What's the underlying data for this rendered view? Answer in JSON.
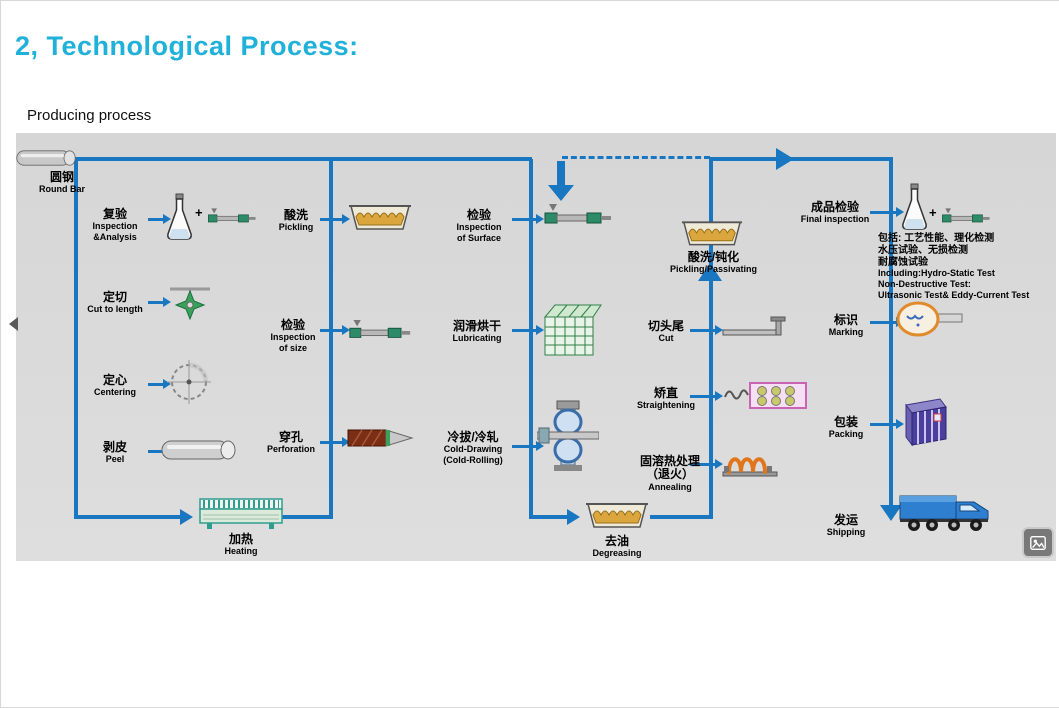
{
  "page": {
    "title": "2, Technological Process:",
    "subtitle": "Producing process"
  },
  "colors": {
    "title_accent": "#1fb1d9",
    "flow_line": "#1877c0",
    "diagram_background": "#d9d9d9"
  },
  "icons": {
    "plus": "+"
  },
  "stages": {
    "round_bar": {
      "zh": "圆钢",
      "en": "Round Bar"
    },
    "reinspection": {
      "zh": "复验",
      "en1": "Inspection",
      "en2": "&Analysis"
    },
    "cut_to_length": {
      "zh": "定切",
      "en": "Cut to length"
    },
    "centering": {
      "zh": "定心",
      "en": "Centering"
    },
    "peel": {
      "zh": "剥皮",
      "en": "Peel"
    },
    "heating": {
      "zh": "加热",
      "en": "Heating"
    },
    "pickling": {
      "zh": "酸洗",
      "en": "Pickling"
    },
    "inspection_size": {
      "zh": "检验",
      "en1": "Inspection",
      "en2": "of size"
    },
    "perforation": {
      "zh": "穿孔",
      "en": "Perforation"
    },
    "inspection_surface": {
      "zh": "检验",
      "en1": "Inspection",
      "en2": "of Surface"
    },
    "lubricating": {
      "zh": "润滑烘干",
      "en": "Lubricating"
    },
    "cold_drawing": {
      "zh": "冷拔/冷轧",
      "en1": "Cold-Drawing",
      "en2": "(Cold-Rolling)"
    },
    "degreasing": {
      "zh": "去油",
      "en": "Degreasing"
    },
    "pickling_passivating": {
      "zh": "酸洗/钝化",
      "en": "Pickling/Passivating"
    },
    "cut_head_tail": {
      "zh": "切头尾",
      "en": "Cut"
    },
    "straightening": {
      "zh": "矫直",
      "en": "Straightening"
    },
    "annealing": {
      "zh1": "固溶热处理",
      "zh2": "（退火）",
      "en": "Annealing"
    },
    "final_inspection": {
      "zh": "成品检验",
      "en": "Final inspection"
    },
    "marking": {
      "zh": "标识",
      "en": "Marking"
    },
    "packing": {
      "zh": "包装",
      "en": "Packing"
    },
    "shipping": {
      "zh": "发运",
      "en": "Shipping"
    }
  },
  "note": {
    "zh1": "包括: 工艺性能、理化检测",
    "zh2": "水压试验、无损检测",
    "zh3": "耐腐蚀试验",
    "en1": "Including:Hydro-Static Test",
    "en2": "Non-Destructive Test:",
    "en3": "Ultrasonic Test& Eddy-Current Test"
  }
}
